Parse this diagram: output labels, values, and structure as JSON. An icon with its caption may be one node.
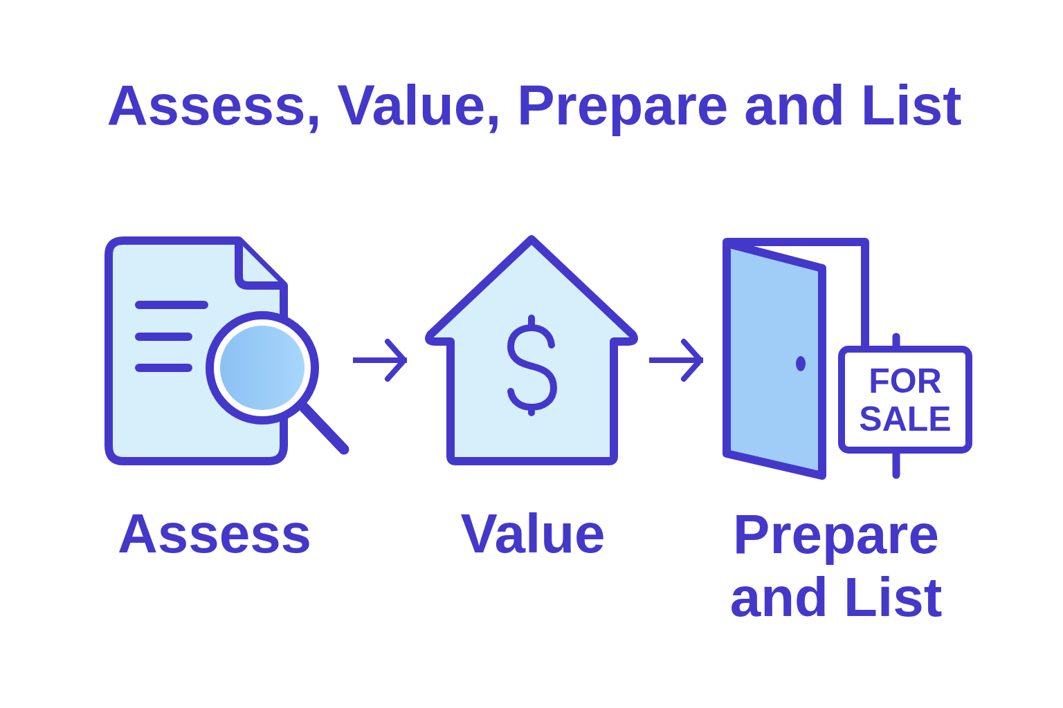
{
  "diagram": {
    "title": "Assess, Value, Prepare and List",
    "nodes": [
      {
        "text": [
          "Assess"
        ]
      },
      {
        "text": [
          "Value"
        ]
      },
      {
        "text": [
          "Prepare and List"
        ]
      },
      {
        "text": [
          "FOR SALE"
        ]
      }
    ],
    "edges": [
      {
        "from": 0,
        "to": 1,
        "arrow": "to"
      },
      {
        "from": 1,
        "to": 2,
        "arrow": "to"
      }
    ]
  }
}
